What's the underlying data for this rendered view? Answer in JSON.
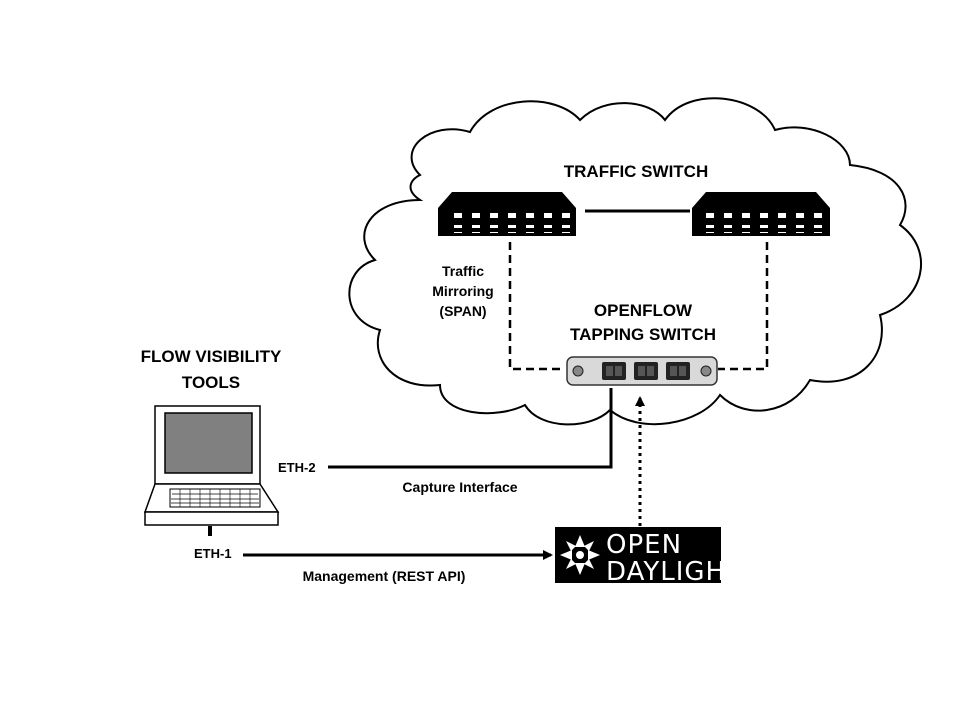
{
  "diagram": {
    "cloud_title": "TRAFFIC SWITCH",
    "tapping_switch_line1": "OPENFLOW",
    "tapping_switch_line2": "TAPPING SWITCH",
    "span_line1": "Traffic",
    "span_line2": "Mirroring",
    "span_line3": "(SPAN)",
    "tools_line1": "FLOW VISIBILITY",
    "tools_line2": "TOOLS",
    "eth2": "ETH-2",
    "eth1": "ETH-1",
    "capture_label": "Capture Interface",
    "mgmt_label": "Management (REST API)",
    "odl_line1": "OPEN",
    "odl_line2": "DAYLIGHT"
  },
  "icons": [
    "cloud-icon",
    "network-switch-icon",
    "tapping-switch-icon",
    "laptop-icon",
    "opendaylight-logo"
  ]
}
